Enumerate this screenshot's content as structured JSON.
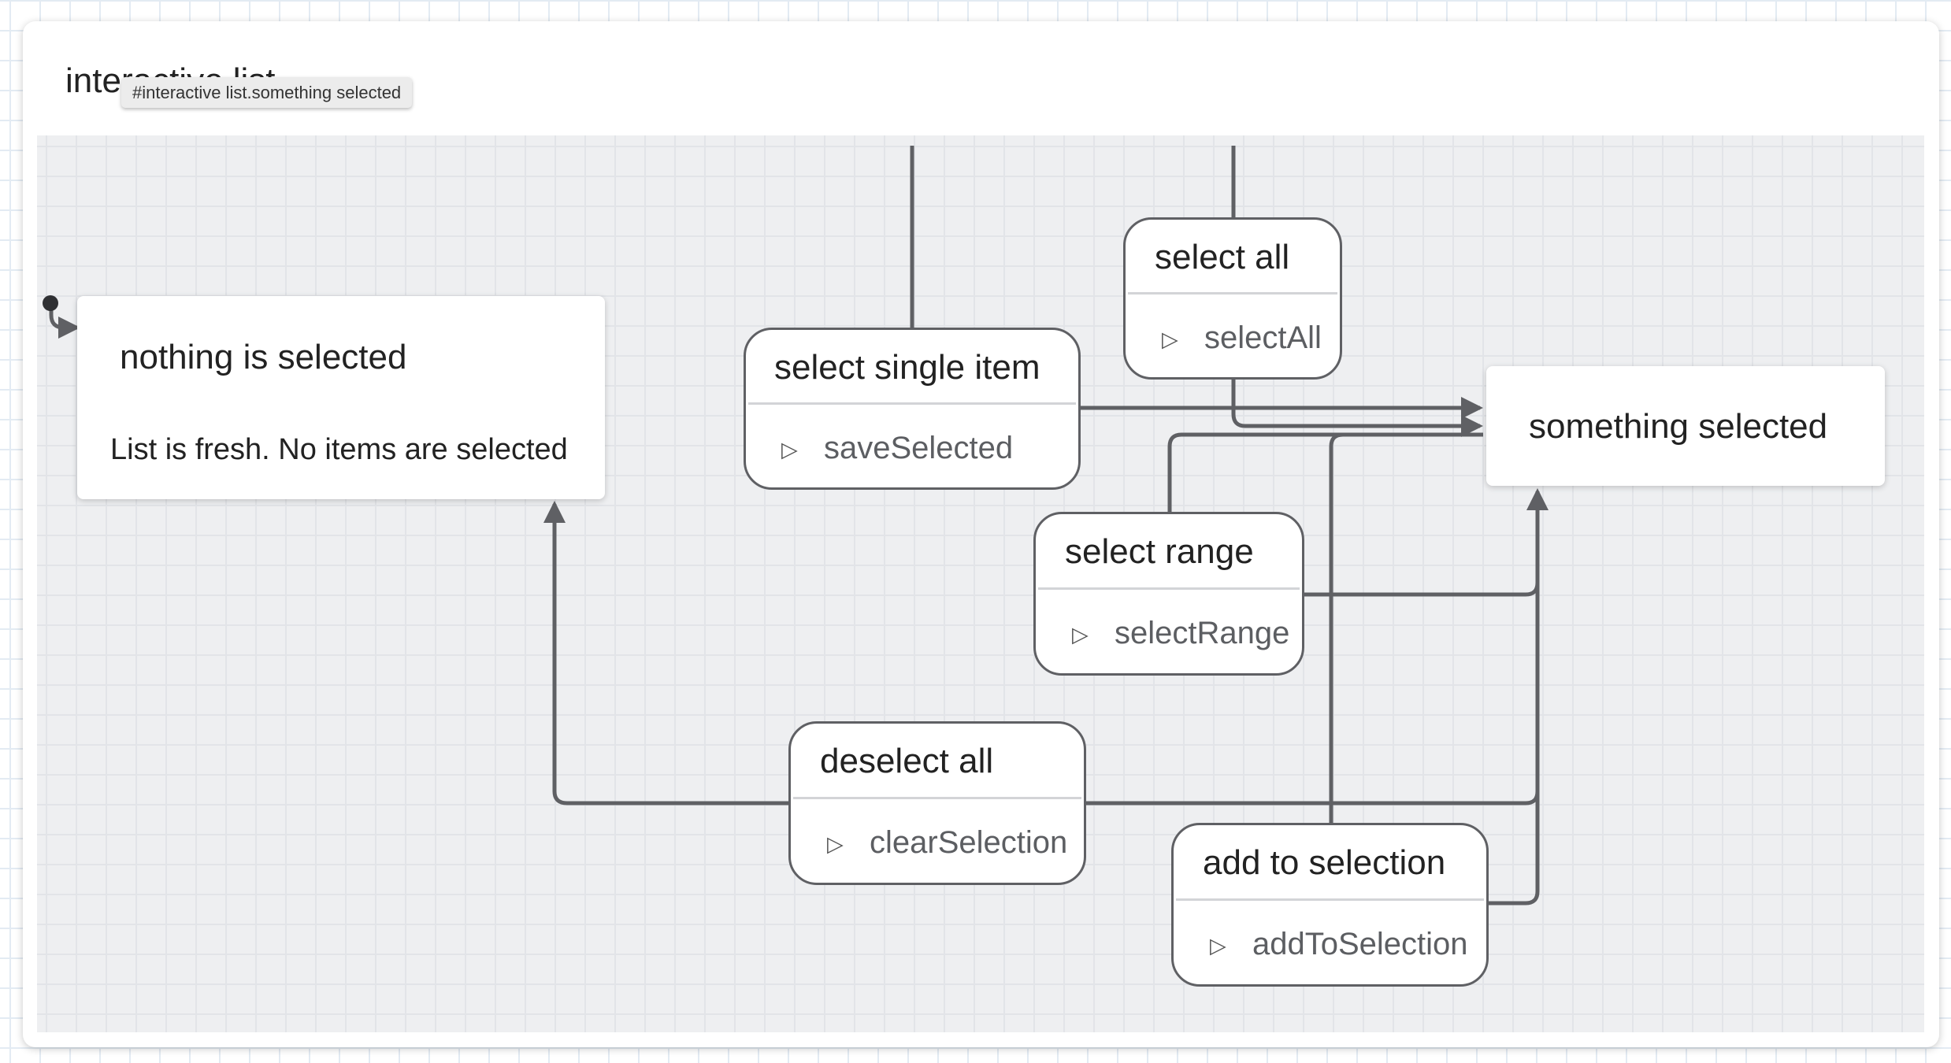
{
  "machine": {
    "title": "interactive list",
    "tooltip": "#interactive list.something selected"
  },
  "states": {
    "nothing_selected": {
      "title": "nothing is selected",
      "description": "List is fresh. No items are selected"
    },
    "select_single_item": {
      "title": "select single item",
      "action": "saveSelected"
    },
    "select_all": {
      "title": "select all",
      "action": "selectAll"
    },
    "something_selected": {
      "title": "something selected"
    },
    "select_range": {
      "title": "select range",
      "action": "selectRange"
    },
    "deselect_all": {
      "title": "deselect all",
      "action": "clearSelection"
    },
    "add_to_selection": {
      "title": "add to selection",
      "action": "addToSelection"
    }
  },
  "icons": {
    "initial": "initial-state-icon",
    "action": "play-triangle-icon"
  },
  "colors": {
    "edge": "#5f6064",
    "canvas": "#eeeff1"
  }
}
